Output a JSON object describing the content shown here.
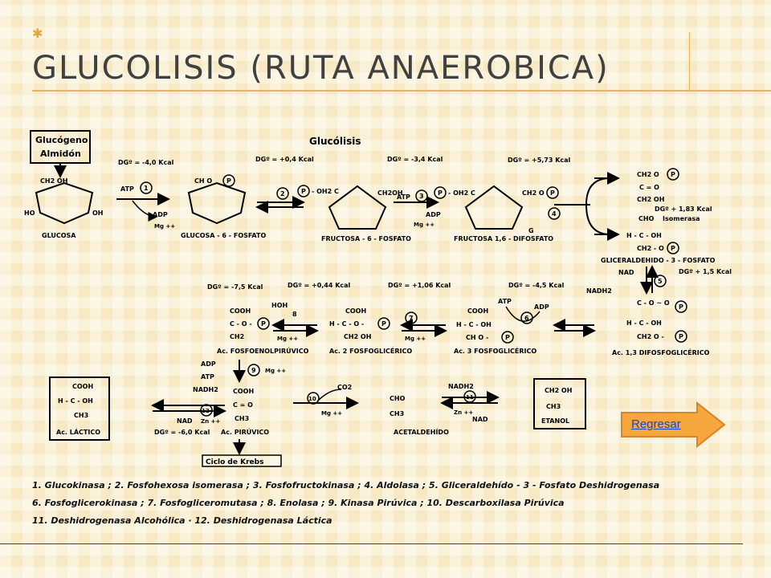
{
  "slide": {
    "title": "GLUCOLISIS (RUTA ANAEROBICA)",
    "corner_mark": "✱",
    "button_label": "Regresar",
    "accent_color": "#e5a532",
    "button_color": "#f5a63c"
  },
  "diagram": {
    "heading": "Glucólisis",
    "source_box": [
      "Glucógeno",
      "Almidón"
    ],
    "energies": {
      "dg1": "DGº = -4,0 Kcal",
      "dg2": "DGº = +0,4 Kcal",
      "dg3": "DGº = -3,4 Kcal",
      "dg4": "DGº = +5,73 Kcal",
      "dg5": "DGº + 1,83 Kcal",
      "dg6": "DGº + 1,5 Kcal",
      "dg7": "DGº = -7,5 Kcal",
      "dg8": "DGº = +0,44 Kcal",
      "dg9": "DGº = +1,06 Kcal",
      "dg10": "DGº = -4,5 Kcal",
      "dg11": "DGº = -6,0 Kcal"
    },
    "compounds": {
      "glucosa": "GLUCOSA",
      "g6p": "GLUCOSA - 6 - FOSFATO",
      "f6p": "FRUCTOSA - 6 - FOSFATO",
      "f16": "FRUCTOSA 1,6 - DIFOSFATO",
      "g3p": "GLICERALDEHIDO - 3 - FOSFATO",
      "isomerasa": "Isomerasa",
      "pep": "Ac. FOSFOENOLPIRÚVICO",
      "pg2": "Ac. 2 FOSFOGLICÉRICO",
      "pg3": "Ac. 3 FOSFOGLICÉRICO",
      "bpg": "Ac. 1,3 DIFOSFOGLICÉRICO",
      "lactico": "Ac. LÁCTICO",
      "piruvico": "Ac. PIRÚVICO",
      "acetaldehido": "ACETALDEHÍDO",
      "etanol": "ETANOL",
      "krebs": "Ciclo de Krebs"
    },
    "cofactors": {
      "atp": "ATP",
      "adp": "ADP",
      "mg": "Mg ++",
      "nad": "NAD",
      "nadh": "NADH2",
      "hoh": "HOH",
      "co2": "CO2",
      "zn": "Zn ++",
      "g": "G"
    },
    "legend": [
      "1. Glucokinasa ;  2. Fosfohexosa isomerasa ;  3. Fosfofructokinasa ;   4. Aldolasa ;  5. Gliceraldehído - 3 - Fosfato Deshidrogenasa",
      "6. Fosfoglicerokinasa ;   7. Fosfogliceromutasa ;   8. Enolasa ;   9. Kinasa Pirúvica ;  10. Descarboxilasa Pirúvica",
      "11. Deshidrogenasa Alcohólica  ·   12. Deshidrogenasa Láctica"
    ]
  }
}
